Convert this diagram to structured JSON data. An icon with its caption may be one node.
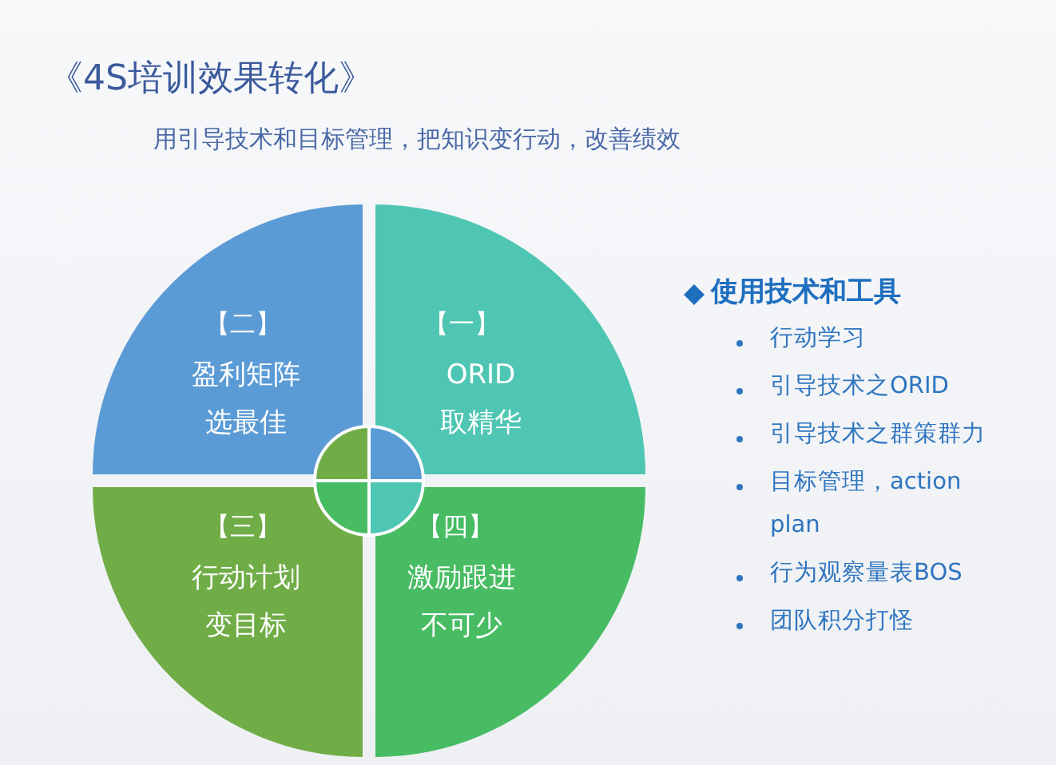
{
  "diagram": {
    "title": "《4S培训效果转化》",
    "nodes": [
      {
        "text": [
          "【二】",
          "盈利矩阵选最佳"
        ]
      },
      {
        "text": [
          "【一】",
          "ORID取精华"
        ]
      },
      {
        "text": [
          "【三】",
          "行动计划变目标"
        ]
      },
      {
        "text": [
          "【四】",
          "激励跟进不可少"
        ]
      },
      {
        "text": [],
        "shape": "circle"
      }
    ],
    "edges": [],
    "labels": [
      "用引导技术和目标管理，把知识变行动，改善绩效",
      "使用技术和工具",
      "行动学习",
      "引导技术之ORID",
      "引导技术之群策群力",
      "目标管理，action plan",
      "行为观察量表BOS",
      "团队积分打怪"
    ]
  }
}
